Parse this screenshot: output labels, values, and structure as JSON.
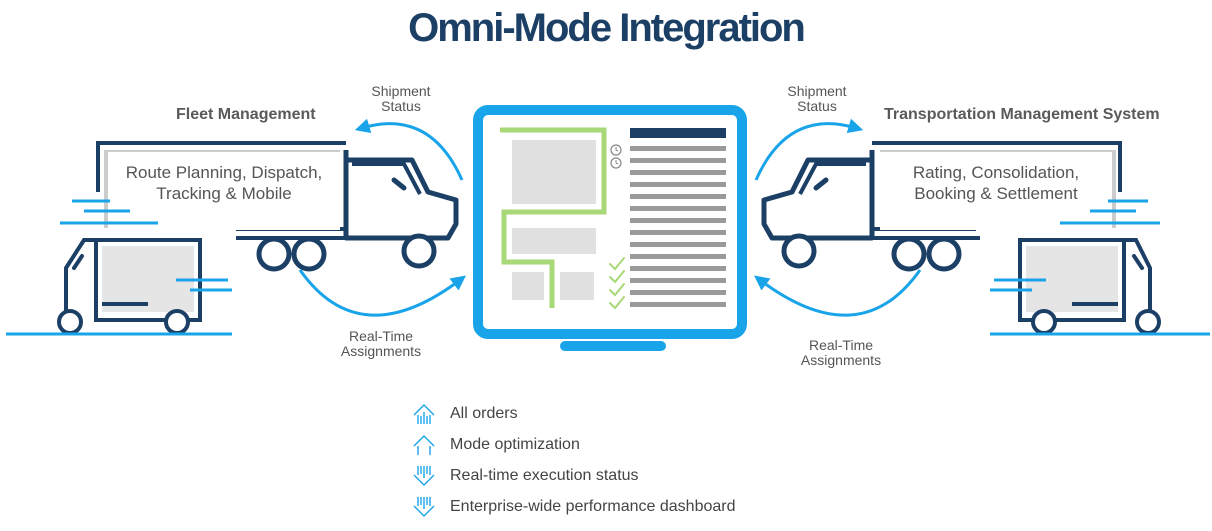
{
  "title": "Omni-Mode Integration",
  "left": {
    "heading": "Fleet Management",
    "box_line1": "Route Planning, Dispatch,",
    "box_line2": "Tracking & Mobile",
    "arrow_top_line1": "Shipment",
    "arrow_top_line2": "Status",
    "arrow_bottom_line1": "Real-Time",
    "arrow_bottom_line2": "Assignments"
  },
  "right": {
    "heading": "Transportation Management System",
    "box_line1": "Rating, Consolidation,",
    "box_line2": "Booking & Settlement",
    "arrow_top_line1": "Shipment",
    "arrow_top_line2": "Status",
    "arrow_bottom_line1": "Real-Time",
    "arrow_bottom_line2": "Assignments"
  },
  "legend": [
    {
      "label": "All orders",
      "icon": "arrow-up-icon"
    },
    {
      "label": "Mode optimization",
      "icon": "arrow-up-icon"
    },
    {
      "label": "Real-time execution status",
      "icon": "arrow-down-icon"
    },
    {
      "label": "Enterprise-wide performance dashboard",
      "icon": "arrow-down-icon"
    }
  ],
  "colors": {
    "navy": "#1c3f66",
    "blue": "#19a4ea",
    "green": "#a8d878",
    "gray": "#cccccc"
  }
}
